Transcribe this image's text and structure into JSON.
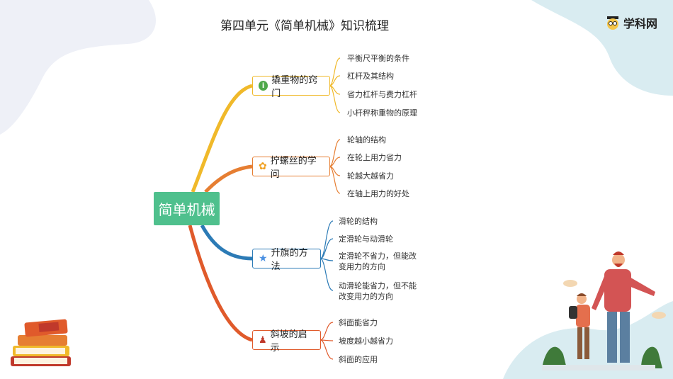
{
  "title": "第四单元《简单机械》知识梳理",
  "logo": {
    "text": "学科网",
    "icon": "owl-logo-icon"
  },
  "mindmap": {
    "root": "简单机械",
    "branches": [
      {
        "label": "撬重物的窍门",
        "icon": "info-icon",
        "color": "#f0b92a",
        "leaves": [
          "平衡尺平衡的条件",
          "杠杆及其结构",
          "省力杠杆与费力杠杆",
          "小杆秤称重物的原理"
        ]
      },
      {
        "label": "拧螺丝的学问",
        "icon": "gear-icon",
        "color": "#e67e32",
        "leaves": [
          "轮轴的结构",
          "在轮上用力省力",
          "轮越大越省力",
          "在轴上用力的好处"
        ]
      },
      {
        "label": "升旗的方法",
        "icon": "star-icon",
        "color": "#2c7bb6",
        "leaves": [
          "滑轮的结构",
          "定滑轮与动滑轮",
          "定滑轮不省力，但能改\n变用力的方向",
          "动滑轮能省力，但不能\n改变用力的方向"
        ]
      },
      {
        "label": "斜坡的启示",
        "icon": "person-icon",
        "color": "#e05a2b",
        "leaves": [
          "斜面能省力",
          "坡度越小越省力",
          "斜面的应用"
        ]
      }
    ]
  }
}
